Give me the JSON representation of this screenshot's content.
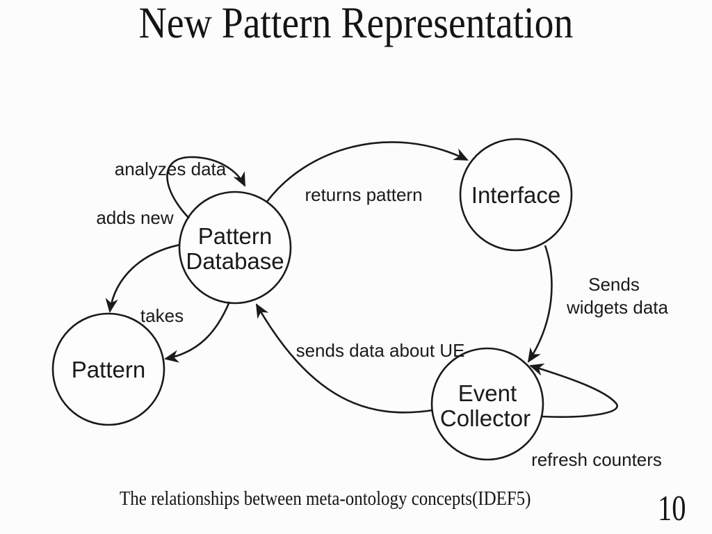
{
  "slide": {
    "title": "New Pattern Representation",
    "caption": "The relationships between meta-ontology concepts(IDEF5)",
    "page_number": "10",
    "ink_color": "#1a1a1a",
    "background_color": "#fcfcfc"
  },
  "diagram": {
    "nodes": {
      "pattern_database": {
        "line1": "Pattern",
        "line2": "Database"
      },
      "interface": {
        "label": "Interface"
      },
      "event_collector": {
        "line1": "Event",
        "line2": "Collector"
      },
      "pattern": {
        "label": "Pattern"
      }
    },
    "edge_labels": {
      "analyzes_data": "analyzes data",
      "adds_new": "adds new",
      "returns_pattern": "returns pattern",
      "takes": "takes",
      "sends_widgets_line1": "Sends",
      "sends_widgets_line2": "widgets data",
      "sends_data_about_ue": "sends data about UE",
      "refresh_counters": "refresh counters"
    }
  }
}
